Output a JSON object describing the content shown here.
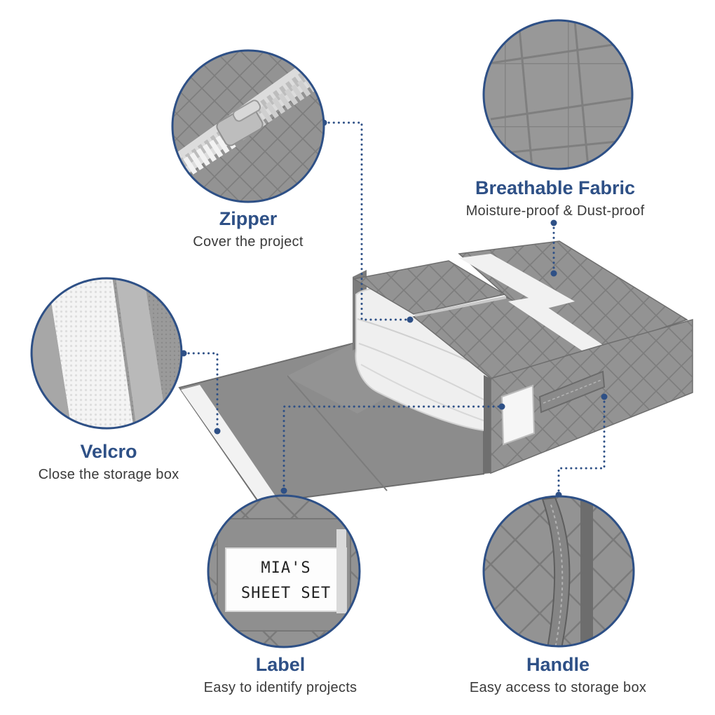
{
  "colors": {
    "accent": "#2e5086",
    "fabric": "#8f8f8f",
    "fabric_dark": "#6f6f6f",
    "fabric_light": "#a8a8a8",
    "sheet": "#f3f3f3",
    "text": "#3a3a3a"
  },
  "features": [
    {
      "id": "zipper",
      "icon": "zipper-icon",
      "title": "Zipper",
      "subtitle": "Cover the project"
    },
    {
      "id": "breathable",
      "icon": "fabric-texture-icon",
      "title": "Breathable Fabric",
      "subtitle": "Moisture-proof & Dust-proof"
    },
    {
      "id": "velcro",
      "icon": "velcro-strip-icon",
      "title": "Velcro",
      "subtitle": "Close the storage box"
    },
    {
      "id": "label",
      "icon": "label-card-icon",
      "title": "Label",
      "subtitle": "Easy to identify projects"
    },
    {
      "id": "handle",
      "icon": "handle-strap-icon",
      "title": "Handle",
      "subtitle": "Easy access to storage box"
    }
  ],
  "label_card": {
    "line1": "MIA'S",
    "line2": "SHEET SET"
  }
}
